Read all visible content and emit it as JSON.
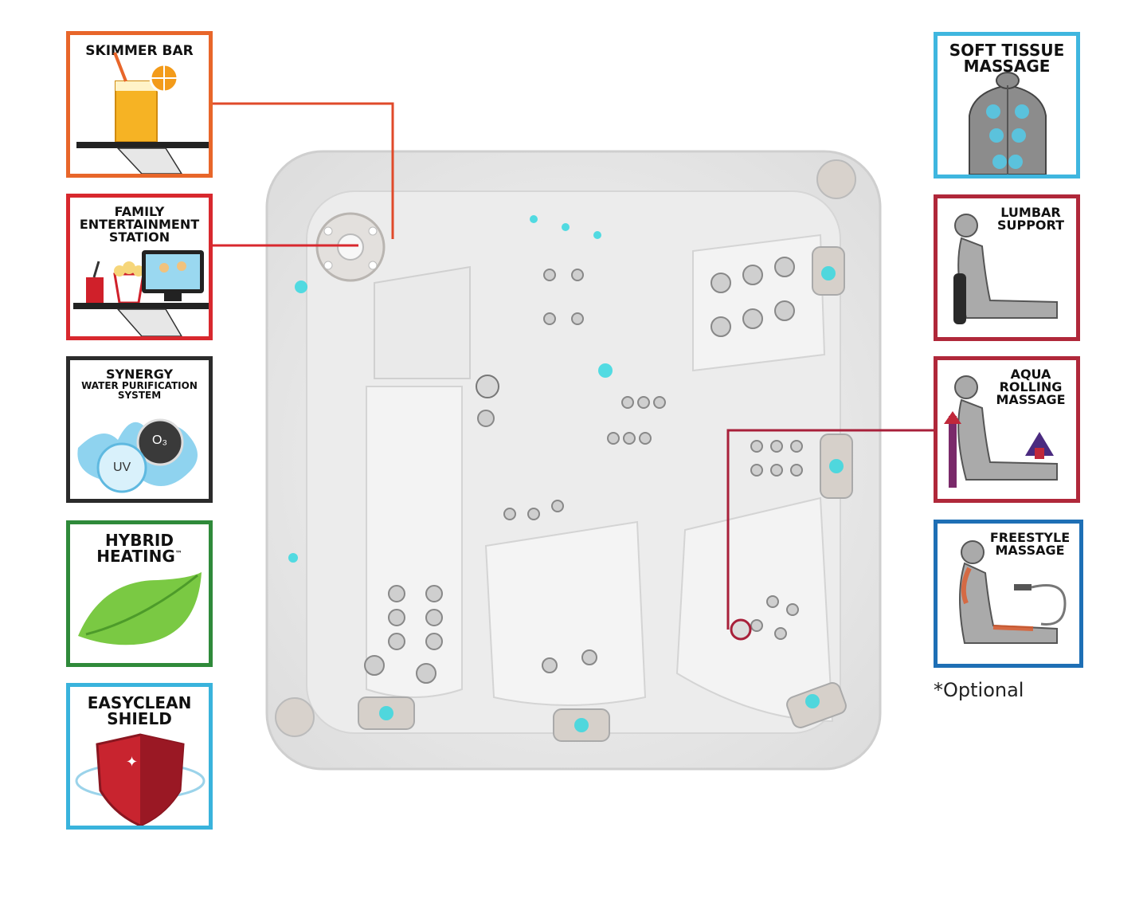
{
  "left_features": [
    {
      "title": "SKIMMER BAR",
      "color": "#e8662a",
      "icon": "drink-tray-icon"
    },
    {
      "title_lines": [
        "FAMILY",
        "ENTERTAINMENT",
        "STATION"
      ],
      "color": "#d8282e",
      "icon": "entertainment-tray-icon"
    },
    {
      "title_lines": [
        "SYNERGY"
      ],
      "subtitle_lines": [
        "WATER PURIFICATION",
        "SYSTEM"
      ],
      "color": "#2b2b2b",
      "icon": "purification-icon",
      "bubble_uv": "UV",
      "bubble_o3": "O₃"
    },
    {
      "title_lines": [
        "HYBRID",
        "HEATING"
      ],
      "tm": "™",
      "color": "#2f8a3a",
      "icon": "leaf-icon"
    },
    {
      "title_lines": [
        "EASYCLEAN",
        "SHIELD"
      ],
      "color": "#39b3dc",
      "icon": "shield-icon"
    }
  ],
  "right_features": [
    {
      "title_lines": [
        "SOFT TISSUE",
        "MASSAGE"
      ],
      "color": "#3fb6df",
      "icon": "back-massage-icon"
    },
    {
      "title_lines": [
        "LUMBAR",
        "SUPPORT"
      ],
      "color": "#b0283a",
      "icon": "lumbar-seat-icon"
    },
    {
      "title_lines": [
        "AQUA",
        "ROLLING",
        "MASSAGE"
      ],
      "color": "#b0283a",
      "icon": "rolling-massage-icon"
    },
    {
      "title_lines": [
        "FREESTYLE",
        "MASSAGE"
      ],
      "color": "#1e6fb5",
      "icon": "handheld-massage-icon"
    }
  ],
  "optional_note": "*Optional",
  "colors": {
    "tub_shell": "#eeeeee",
    "jet_light": "#37d8e0",
    "line_orange": "#e04a2a",
    "line_red": "#d8282e",
    "line_maroon": "#a8203a"
  }
}
